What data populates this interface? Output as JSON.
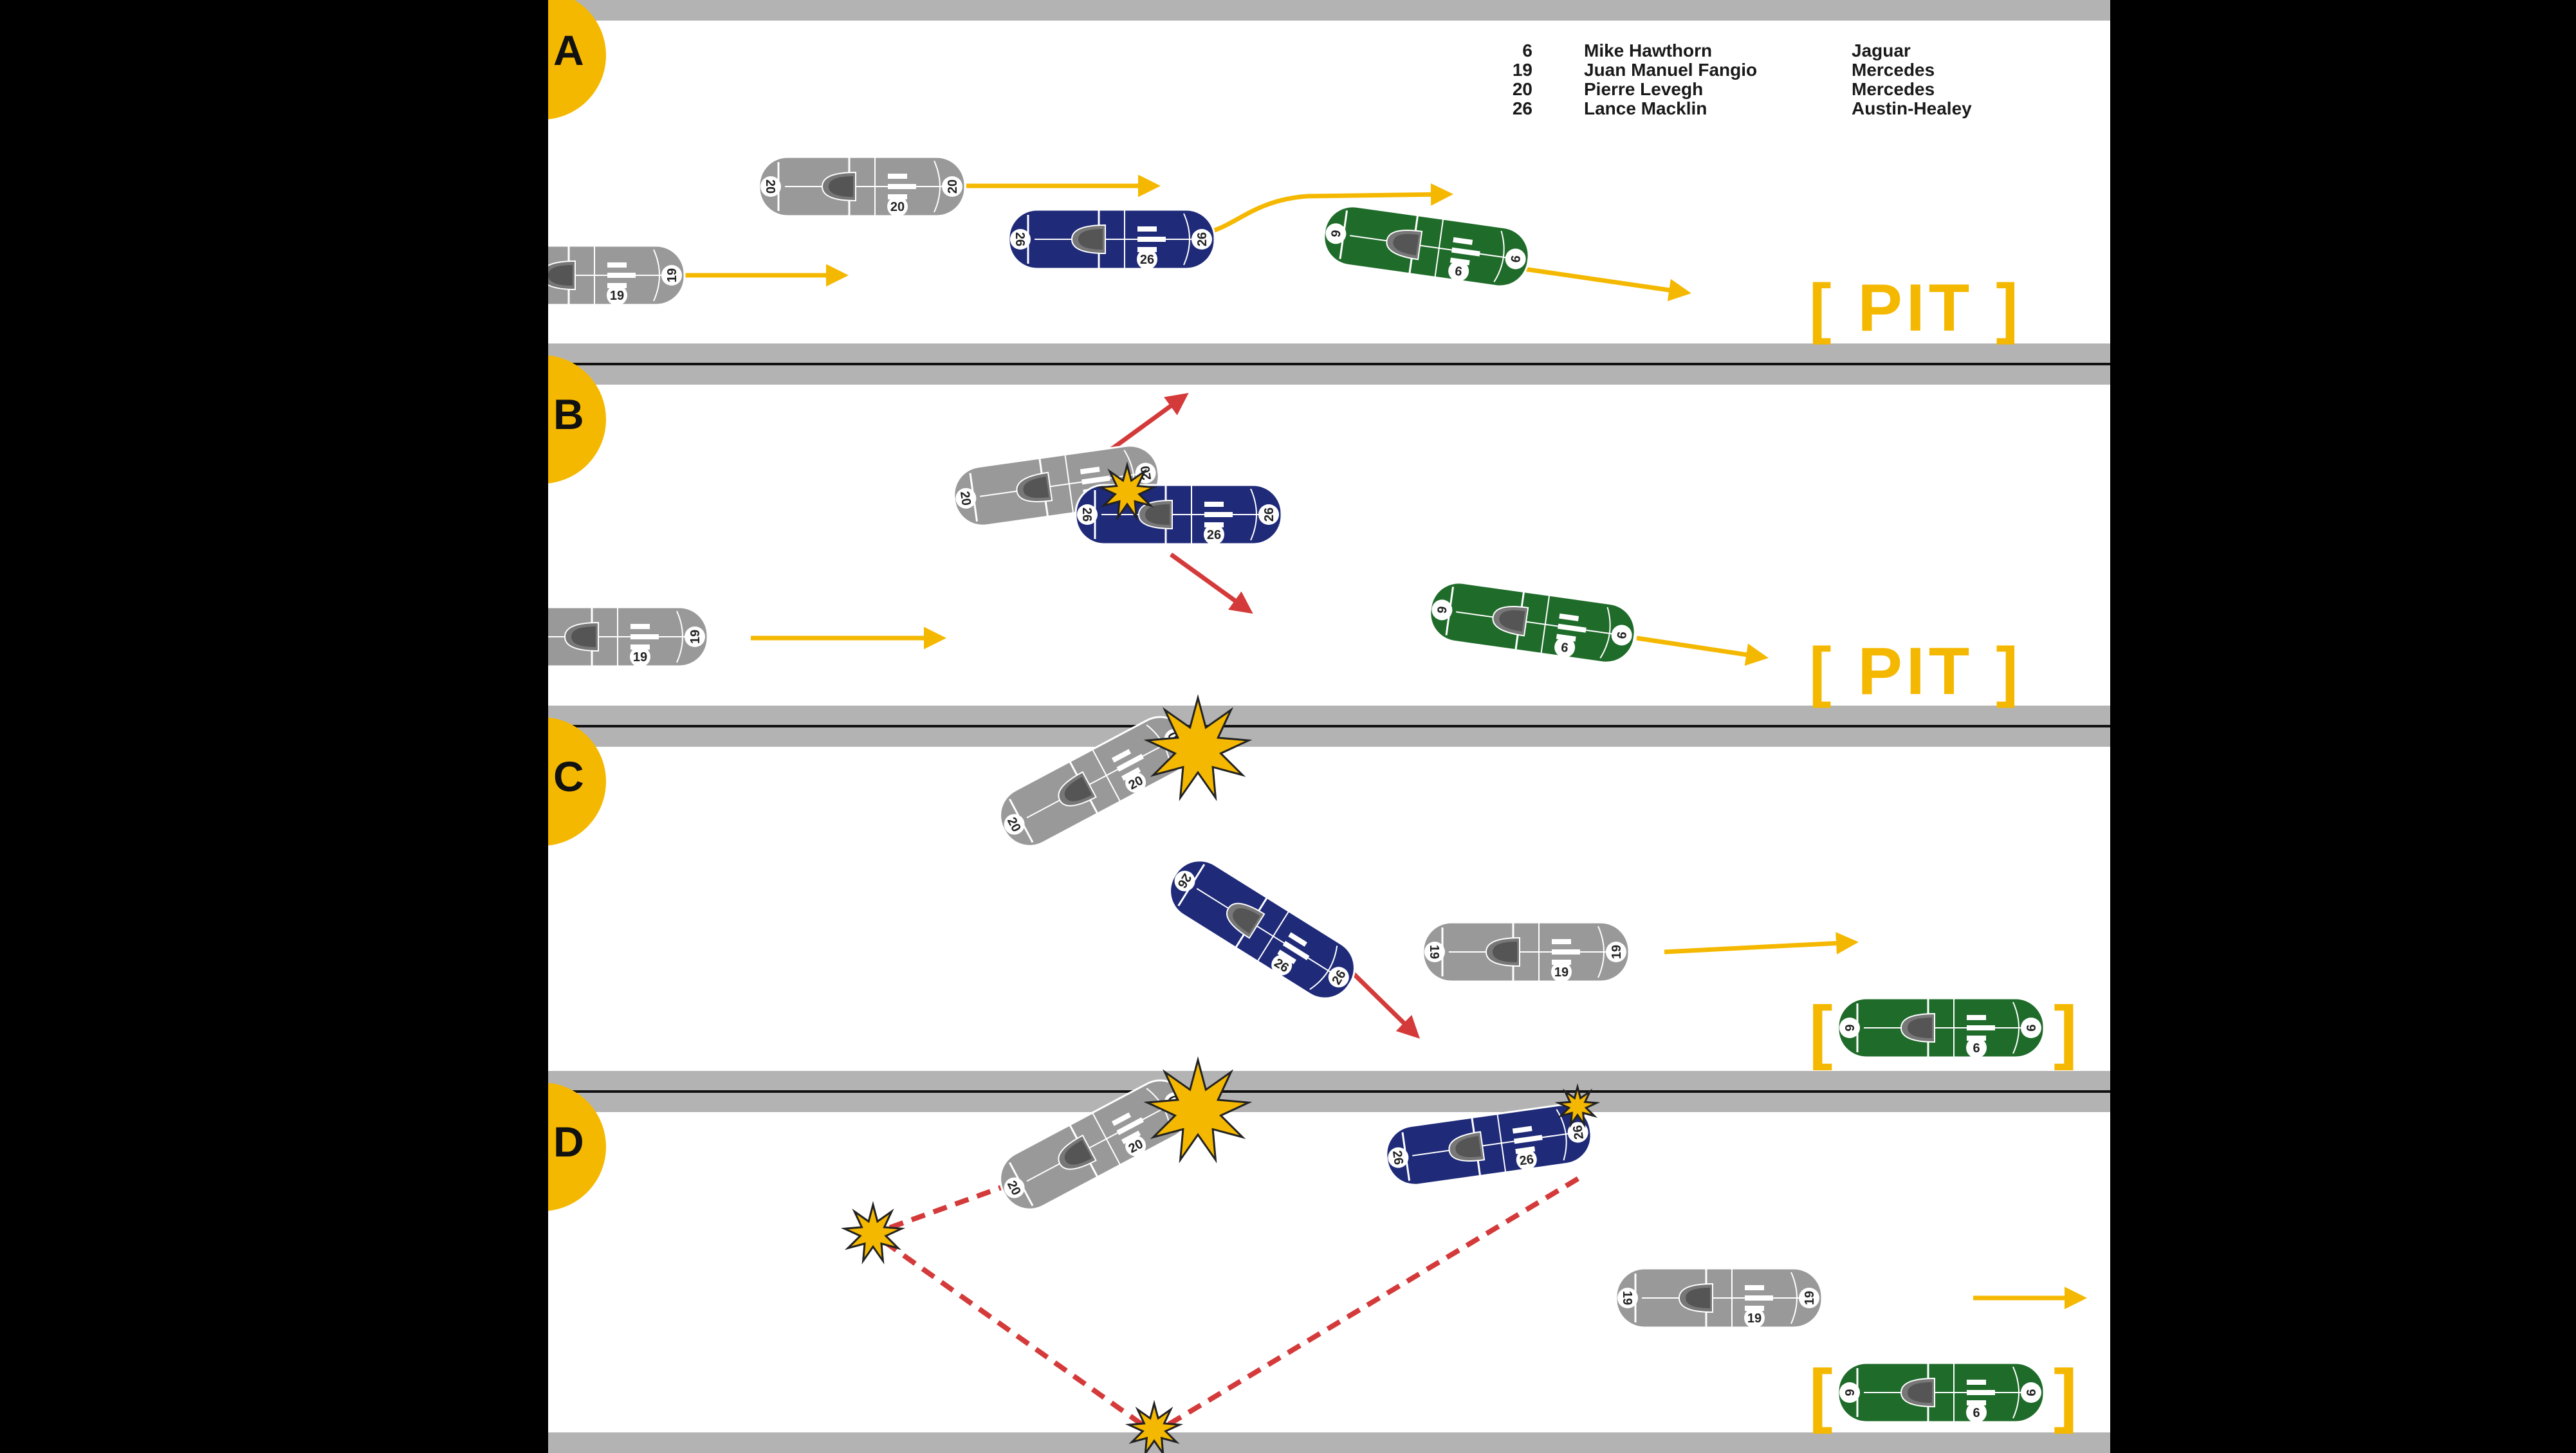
{
  "panels": [
    {
      "label": "A"
    },
    {
      "label": "B"
    },
    {
      "label": "C"
    },
    {
      "label": "D"
    }
  ],
  "legend": [
    {
      "num": "6",
      "driver": "Mike Hawthorn",
      "make": "Jaguar"
    },
    {
      "num": "19",
      "driver": "Juan Manuel Fangio",
      "make": "Mercedes"
    },
    {
      "num": "20",
      "driver": "Pierre Levegh",
      "make": "Mercedes"
    },
    {
      "num": "26",
      "driver": "Lance Macklin",
      "make": "Austin-Healey"
    }
  ],
  "pit": {
    "open": "[",
    "label": "PIT",
    "close": "]"
  },
  "cars": {
    "jaguar": {
      "number": "6",
      "color": "#1f6b2a"
    },
    "fangio": {
      "number": "19",
      "color": "#999999"
    },
    "levegh": {
      "number": "20",
      "color": "#999999"
    },
    "macklin": {
      "number": "26",
      "color": "#1f2a78"
    }
  },
  "colors": {
    "movement_arrow": "#f5b800",
    "impact_arrow": "#d43a3a",
    "debris_path": "#d43a3a",
    "track": "#b3b3b3",
    "star": "#f5b800"
  }
}
